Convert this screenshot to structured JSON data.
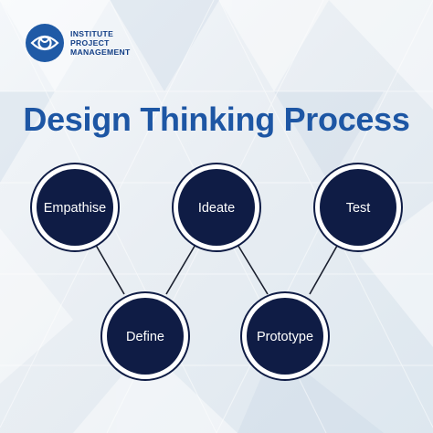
{
  "logo": {
    "lines": [
      "INSTITUTE",
      "PROJECT",
      "MANAGEMENT"
    ],
    "icon": "eye-icon"
  },
  "title": "Design Thinking Process",
  "colors": {
    "title": "#1d56a4",
    "node_fill": "#0f1c45",
    "node_ring": "#0f1c45",
    "connector": "#1a1f2e",
    "background": "#eef2f6"
  },
  "steps": [
    {
      "label": "Empathise"
    },
    {
      "label": "Define"
    },
    {
      "label": "Ideate"
    },
    {
      "label": "Prototype"
    },
    {
      "label": "Test"
    }
  ]
}
